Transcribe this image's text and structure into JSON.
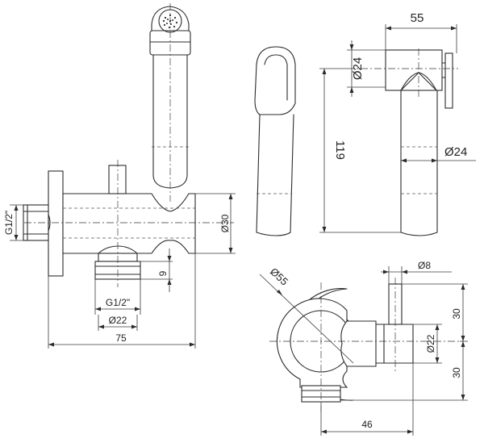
{
  "dimensions": {
    "top_width": "55",
    "top_head_dia": "Ø24",
    "overall_height": "119",
    "hose_dia": "Ø24",
    "left_thread_side": "G1/2\"",
    "body_dia": "Ø30",
    "bottom_offset": "9",
    "bottom_thread": "G1/2\"",
    "bottom_dia": "Ø22",
    "overall_length": "75",
    "flange_dia": "Ø55",
    "pin_dia": "Ø8",
    "outlet_dia": "Ø22",
    "upper_offset": "30",
    "lower_offset": "30",
    "depth": "46"
  },
  "colors": {
    "line": "#2b2b2b",
    "background": "#ffffff"
  }
}
